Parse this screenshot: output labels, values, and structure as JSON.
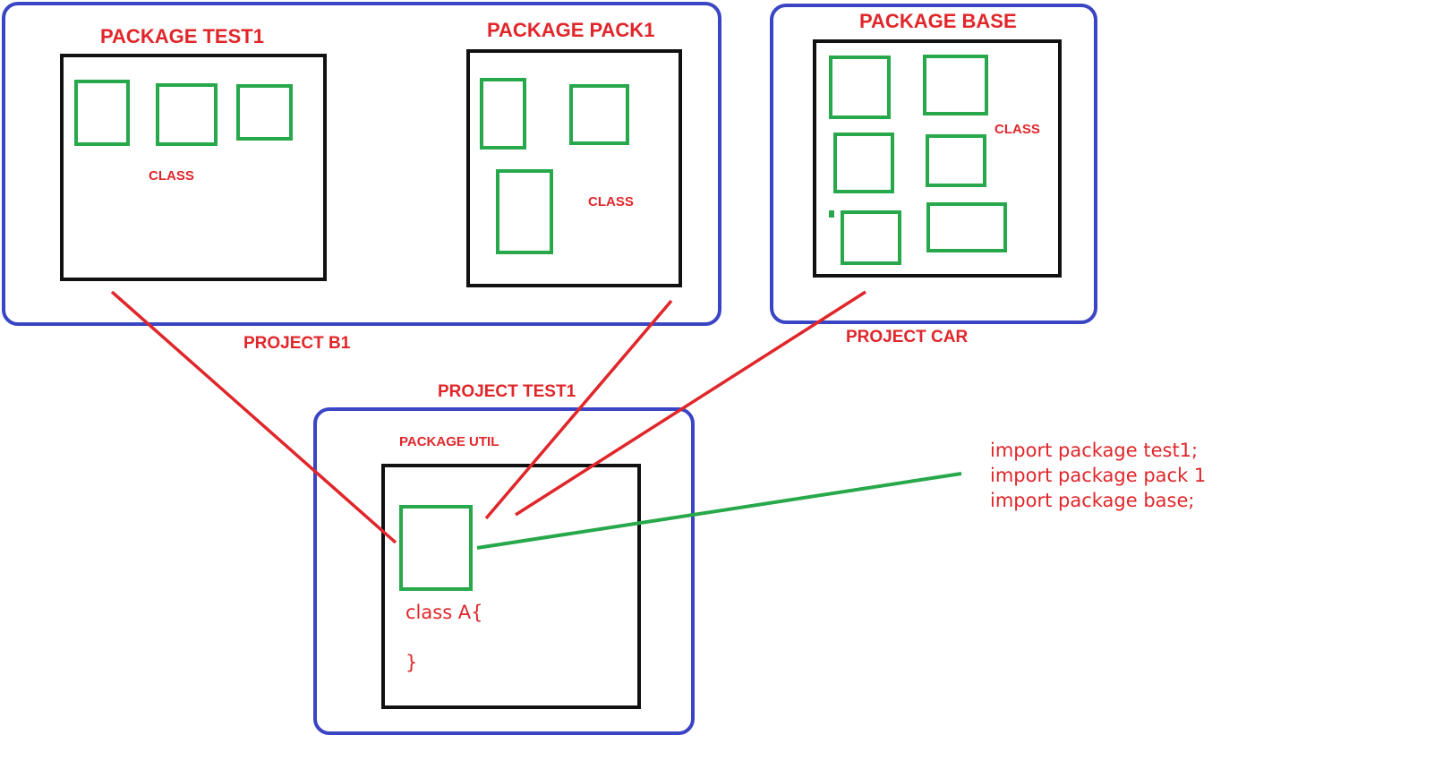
{
  "colors": {
    "project_border": "#3a45c4",
    "package_border": "#111111",
    "class_box": "#27a84a",
    "label_text": "#e0262a",
    "red_connector": "#e0262a",
    "green_connector": "#27a84a"
  },
  "projects": {
    "b1": {
      "label": "PROJECT B1",
      "package_test1": {
        "title": "PACKAGE TEST1",
        "class_label": "CLASS"
      },
      "package_pack1": {
        "title": "PACKAGE PACK1",
        "class_label": "CLASS"
      }
    },
    "car": {
      "label": "PROJECT CAR",
      "package_base": {
        "title": "PACKAGE BASE",
        "class_label": "CLASS"
      }
    },
    "test1": {
      "label": "PROJECT TEST1",
      "package_util": {
        "title": "PACKAGE UTIL",
        "class_open": "class A{",
        "class_close": "}"
      }
    }
  },
  "imports": [
    "import package test1;",
    "import package pack 1",
    "import package base;"
  ]
}
